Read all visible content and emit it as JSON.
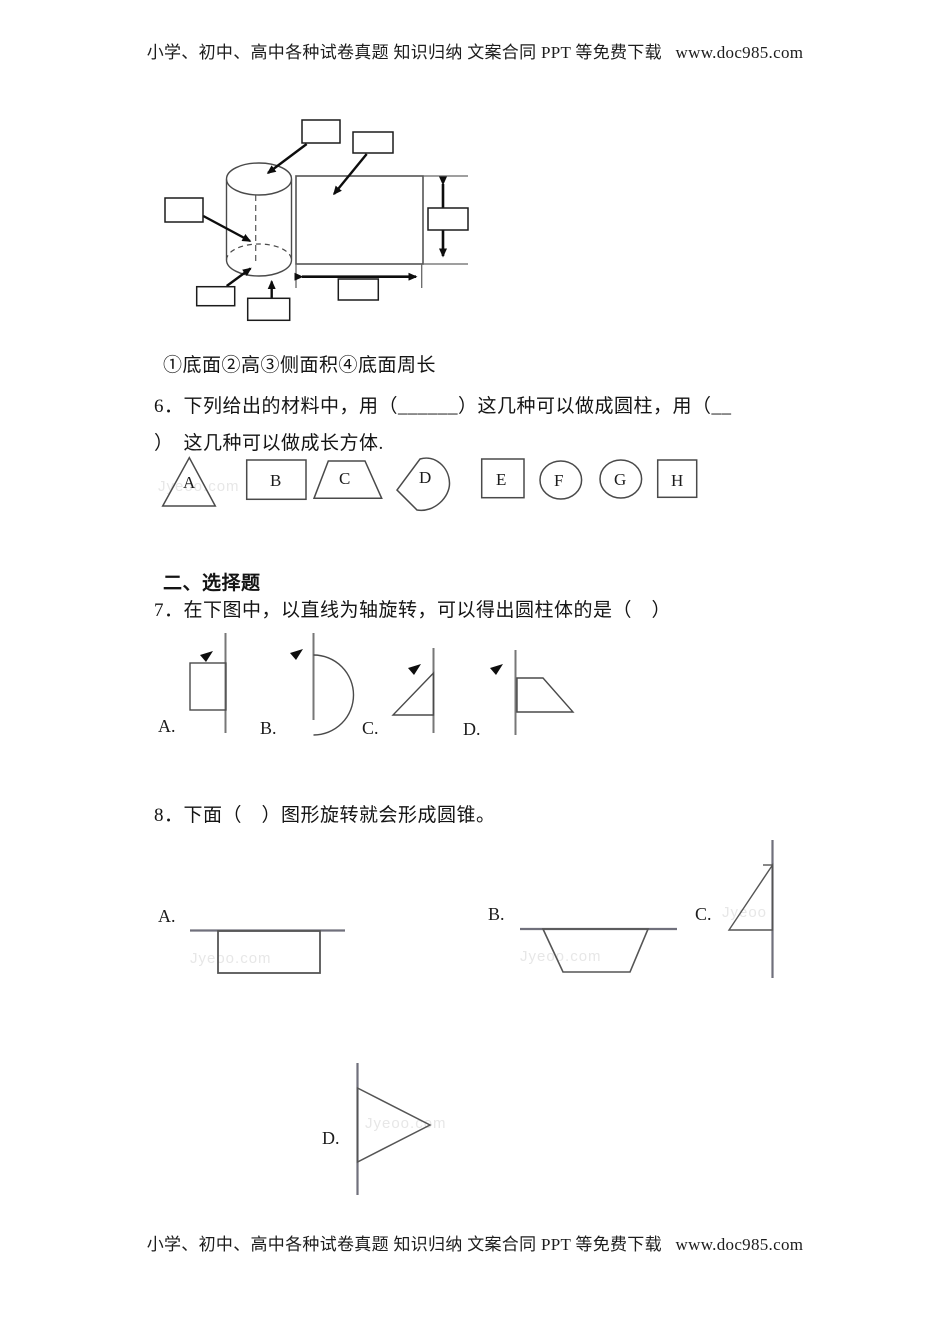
{
  "header": {
    "text": "小学、初中、高中各种试卷真题 知识归纳 文案合同 PPT 等免费下载   www.doc985.com"
  },
  "footer": {
    "text": "小学、初中、高中各种试卷真题 知识归纳 文案合同 PPT 等免费下载   www.doc985.com"
  },
  "watermark": {
    "text": "Jyeoo.com",
    "text_short": "Jyeoo"
  },
  "q5": {
    "legend": "①底面②高③侧面积④底面周长"
  },
  "q6": {
    "line1": "6．下列给出的材料中，用（______）这几种可以做成圆柱，用（__",
    "line2": "）　这几种可以做成长方体.",
    "shape_labels": [
      "A",
      "B",
      "C",
      "D",
      "E",
      "F",
      "G",
      "H"
    ]
  },
  "section2": {
    "title": "二、选择题"
  },
  "q7": {
    "text": "7．在下图中，以直线为轴旋转，可以得出圆柱体的是（　）",
    "option_labels": [
      "A.",
      "B.",
      "C.",
      "D."
    ]
  },
  "q8": {
    "text": "8．下面（　）图形旋转就会形成圆锥。",
    "option_labels": [
      "A.",
      "B.",
      "C.",
      "D."
    ]
  },
  "colors": {
    "ink": "#141414",
    "line_dark": "#3f3f3f",
    "line_gray": "#6f6f6f",
    "arrow_black": "#0d0d0d",
    "watermark": "#e7e7e7",
    "paper": "#ffffff"
  }
}
